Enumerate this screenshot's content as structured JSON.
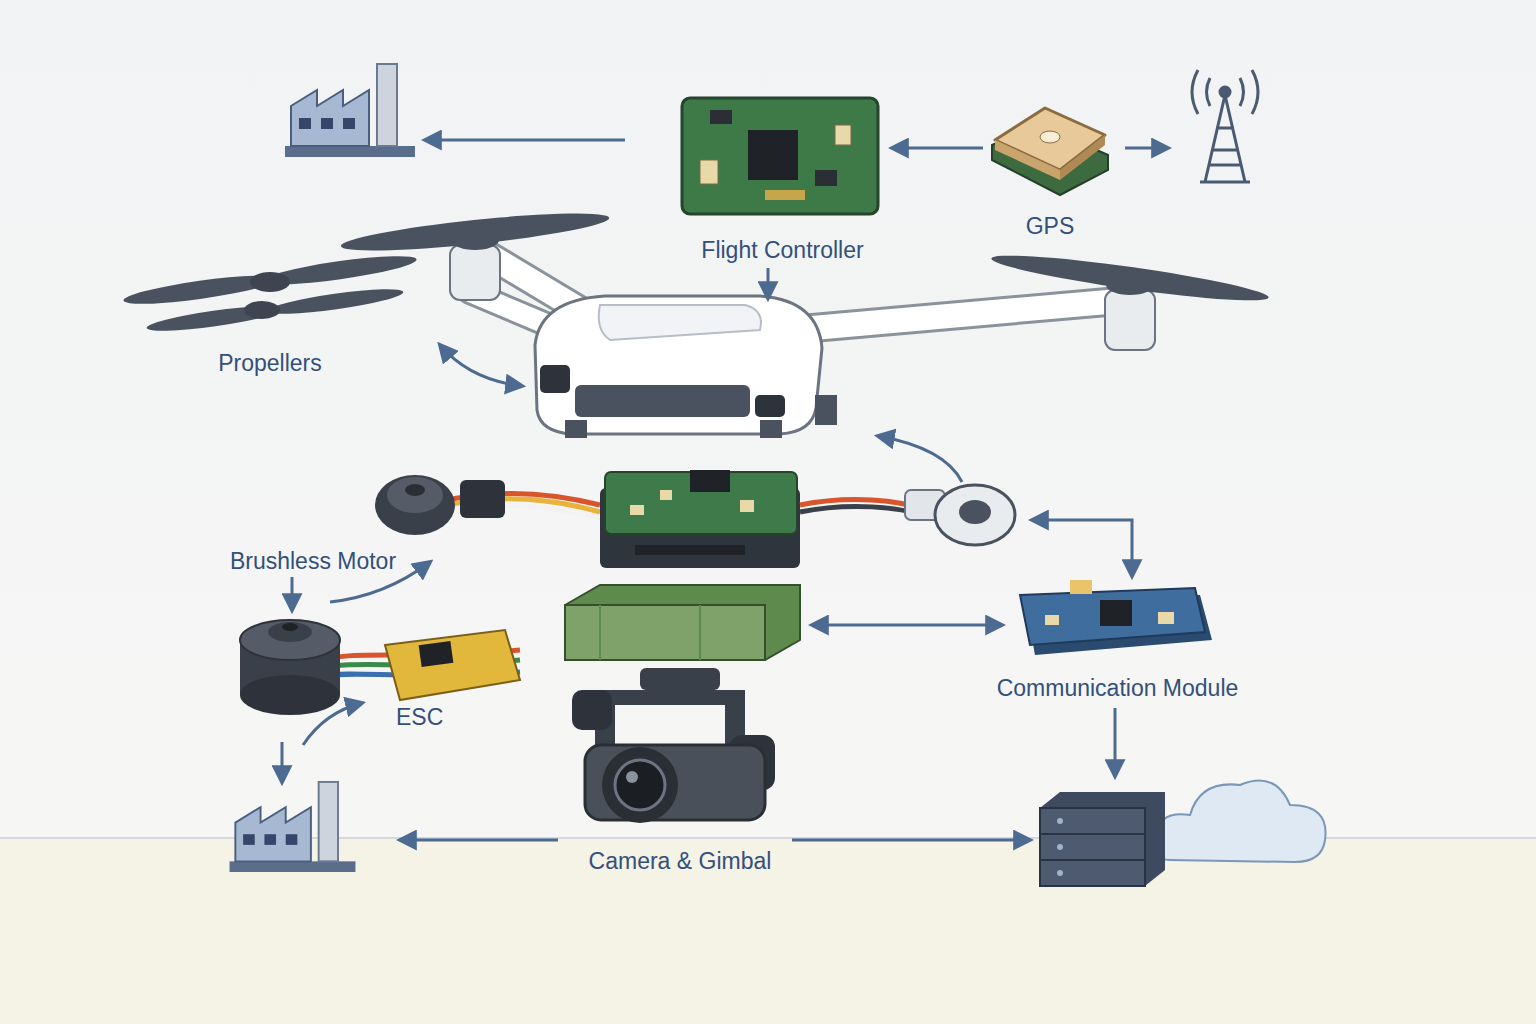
{
  "diagram": {
    "nodes": [
      {
        "text": [
          "Flight Controller"
        ]
      },
      {
        "text": [
          "GPS"
        ]
      },
      {
        "text": [
          "Propellers"
        ]
      },
      {
        "text": [
          "Brushless Motor"
        ]
      },
      {
        "text": [
          "ESC"
        ]
      },
      {
        "text": [
          "Communication Module"
        ]
      },
      {
        "text": [
          "Camera & Gimbal"
        ]
      }
    ],
    "edges": [
      {
        "from": 1,
        "to": 0,
        "arrow": "to"
      },
      {
        "from": 3,
        "to": 4,
        "arrow": "to"
      }
    ]
  }
}
